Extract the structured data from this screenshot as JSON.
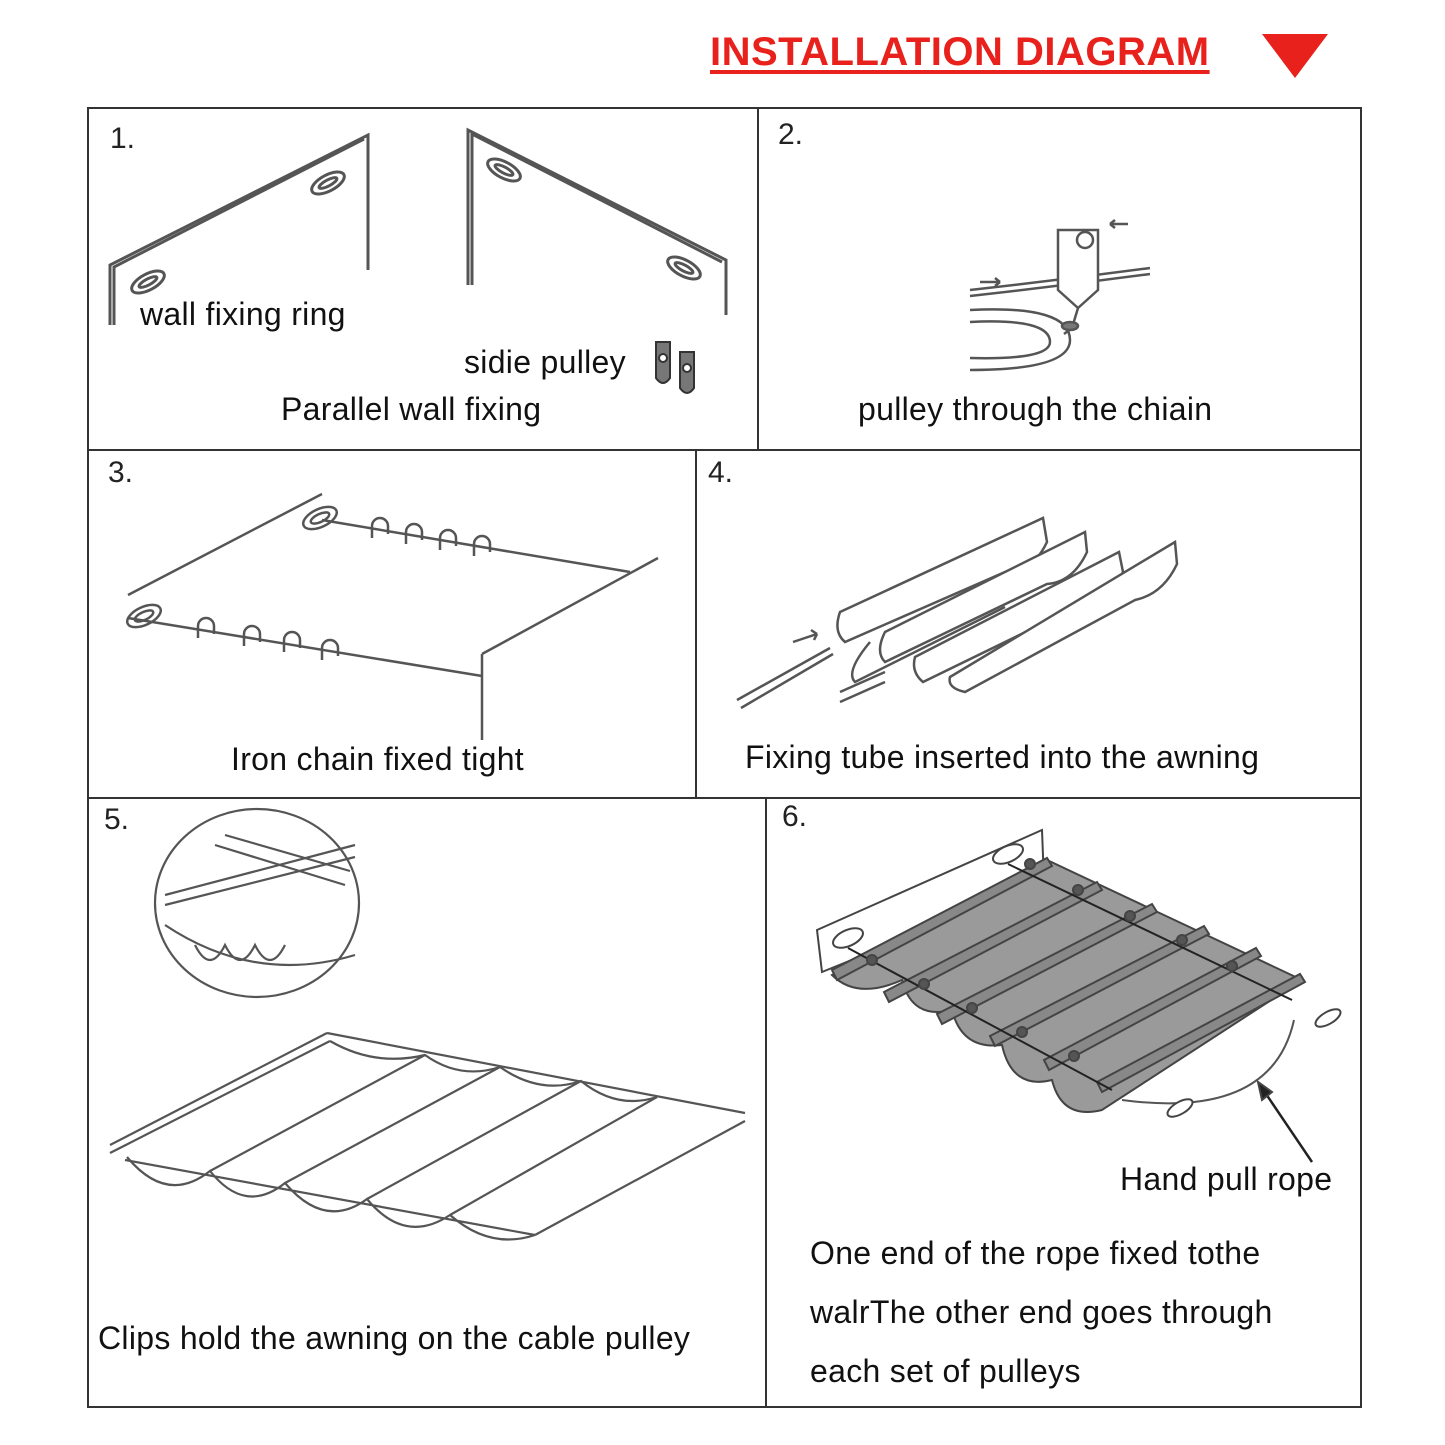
{
  "header": {
    "title": "INSTALLATION DIAGRAM",
    "accent_color": "#e8211c",
    "arrow_icon": "down-triangle-icon"
  },
  "steps": [
    {
      "number": "1.",
      "captions": {
        "wall_ring": "wall fixing ring",
        "pulley": "sidie pulley",
        "main": "Parallel wall fixing"
      }
    },
    {
      "number": "2.",
      "captions": {
        "main": "pulley through the chiain"
      }
    },
    {
      "number": "3.",
      "captions": {
        "main": "Iron chain fixed tight"
      }
    },
    {
      "number": "4.",
      "captions": {
        "main": "Fixing tube inserted into the awning"
      }
    },
    {
      "number": "5.",
      "captions": {
        "main": "Clips hold the awning on the cable pulley"
      }
    },
    {
      "number": "6.",
      "captions": {
        "callout": "Hand pull rope",
        "line1": "One end of the rope fixed tothe",
        "line2": "walrThe other end goes through",
        "line3": "each set of pulleys"
      }
    }
  ]
}
